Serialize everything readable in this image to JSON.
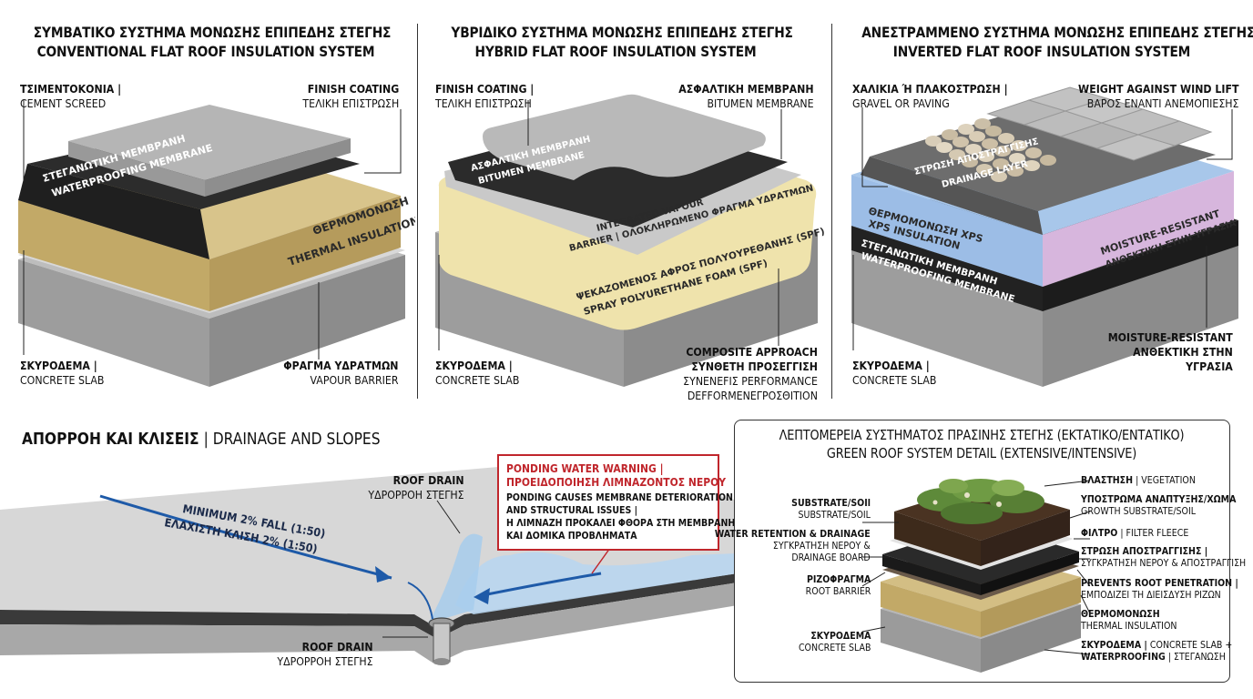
{
  "panels": [
    {
      "title_gr": "ΣΥΜΒΑΤΙΚΟ ΣΥΣΤΗΜΑ ΜΟΝΩΣΗΣ ΕΠΙΠΕΔΗΣ ΣΤΕΓΗΣ",
      "title_en": "CONVENTIONAL FLAT ROOF INSULATION SYSTEM",
      "labels": {
        "top_left": {
          "l1": "ΤΣΙΜΕΝΤΟΚΟΝΙΑ |",
          "l2": "CEMENT SCREED"
        },
        "top_right": {
          "l1": "FINISH COATING",
          "l2": "ΤΕΛΙΚΗ ΕΠΙΣΤΡΩΣΗ"
        },
        "bottom_left": {
          "l1": "ΣΚΥΡΟΔΕΜΑ |",
          "l2": "CONCRETE SLAB"
        },
        "bottom_right": {
          "l1": "ΦΡΑΓΜΑ ΥΔΡΑΤΜΩΝ",
          "l2": "VAPOUR BARRIER"
        }
      },
      "layer_texts": {
        "membrane_1": "ΣΤΕΓΑΝΩΤΙΚΗ ΜΕΜΒΡΑΝΗ",
        "membrane_2": "WATERPROOFING MEMBRANE",
        "insulation_1": "ΘΕΡΜΟΜΟΝΩΣΗ",
        "insulation_2": "THERMAL INSULATION"
      }
    },
    {
      "title_gr": "ΥΒΡΙΔΙΚΟ ΣΥΣΤΗΜΑ ΜΟΝΩΣΗΣ ΕΠΙΠΕΔΗΣ ΣΤΕΓΗΣ",
      "title_en": "HYBRID FLAT ROOF INSULATION SYSTEM",
      "labels": {
        "top_left": {
          "l1": "FINISH COATING |",
          "l2": "ΤΕΛΙΚΗ ΕΠΙΣΤΡΩΣΗ"
        },
        "top_right": {
          "l1": "ΑΣΦΑΛΤΙΚΗ ΜΕΜΒΡΑΝΗ",
          "l2": "BITUMEN MEMBRANE"
        },
        "bottom_left": {
          "l1": "ΣΚΥΡΟΔΕΜΑ |",
          "l2": "CONCRETE SLAB"
        },
        "bottom_right": {
          "l1": "COMPOSITE APPROACH",
          "l2": "ΣΥΝΘΕΤΗ ΠΡΟΣΕΓΓΙΣΗ",
          "l3": "ΣΥΝΕΝΕFΙΣ PERFORMANCE",
          "l4": "DEFFORMENEΓPΟΣΘΙΤΙΟΝ"
        }
      },
      "layer_texts": {
        "membrane_1": "ΑΣΦΑΛΤΙΚΗ ΜΕΜΒΡΑΝΗ",
        "membrane_2": "BITUMEN MEMBRANE",
        "vapour_1": "INTEGRATED VAPOUR",
        "vapour_2": "BARRIER | ΟΛΟΚΛΗΡΩΜΕΝΟ ΦΡΑΓΜΑ ΥΔΡΑΤΜΩΝ",
        "foam_1": "ΨΕΚΑΖΟΜΕΝΟΣ ΑΦΡΟΣ ΠΟΛΥΟΥΡΕΘΑΝΗΣ (SPF)",
        "foam_2": "SPRAY POLYURETHANE FOAM (SPF)"
      }
    },
    {
      "title_gr": "ΑΝΕΣΤΡΑΜΜΕΝΟ ΣΥΣΤΗΜΑ ΜΟΝΩΣΗΣ ΕΠΙΠΕΔΗΣ ΣΤΕΓΗΣ",
      "title_en": "INVERTED FLAT ROOF INSULATION SYSTEM",
      "labels": {
        "top_left": {
          "l1": "ΧΑΛΙΚΙΑ Ή ΠΛΑΚΟΣΤΡΩΣΗ |",
          "l2": "GRAVEL OR PAVING"
        },
        "top_right": {
          "l1": "WEIGHT AGAINST WIND LIFT",
          "l2": "ΒΑΡΟΣ ΕΝΑΝΤΙ ΑΝΕΜΟΠΙΕΣΗΣ"
        },
        "bottom_left": {
          "l1": "ΣΚΥΡΟΔΕΜΑ |",
          "l2": "CONCRETE SLAB"
        },
        "bottom_right": {
          "l1": "MOISTURE-RESISTANT",
          "l2": "ΑΝΘΕΚΤΙΚΗ ΣΤΗΝ",
          "l3": "ΥΓΡΑΣΙΑ"
        }
      },
      "layer_texts": {
        "drain_1": "ΣΤΡΩΣΗ ΑΠΟΣΤΡΑΓΓΙΣΗΣ",
        "drain_2": "DRAINAGE LAYER",
        "xps_1": "ΘΕΡΜΟΜΟΝΩΣΗ XPS",
        "xps_2": "XPS INSULATION",
        "mem_1": "ΣΤΕΓΑΝΩΤΙΚΗ ΜΕΜΒΡΑΝΗ",
        "mem_2": "WATERPROOFING MEMBRANE",
        "moist_1": "MOISTURE-RESISTANT",
        "moist_2": "ΑΝΘΕΚΤΙΚΗ ΣΤΗΝ ΥΓΡΑΣΙΑ"
      }
    }
  ],
  "drainage": {
    "title_gr": "ΑΠΟΡΡΟΗ ΚΑΙ ΚΛΙΣΕΙΣ",
    "title_en": "| DRAINAGE AND SLOPES",
    "slope_1": "MINIMUM 2% FALL (1:50)",
    "slope_2": "ΕΛΑΧΙΣΤΗ ΚΛΙΣΗ 2% (1:50)",
    "drain_top_1": "ROOF DRAIN",
    "drain_top_2": "ΥΔΡΟΡΡΟΗ ΣΤΕΓΗΣ",
    "drain_bottom_1": "ROOF DRAIN",
    "drain_bottom_2": "ΥΔΡΟΡΡΟΗ ΣΤΕΓΗΣ",
    "warning": {
      "title_1": "PONDING WATER WARNING |",
      "title_2": "ΠΡΟΕΙΔΟΠΟΙΗΣΗ ΛΙΜΝΑΖΟΝΤΟΣ ΝΕΡΟΥ",
      "body_1": "PONDING CAUSES MEMBRANE DETERIORATION",
      "body_2": "AND STRUCTURAL ISSUES |",
      "body_3": "Η ΛΙΜΝΑΖΗ ΠΡΟΚΑΛΕΙ ΦΘΟΡΑ ΣΤΗ ΜΕΜΒΡΑΝΗ",
      "body_4": "ΚΑΙ ΔΟΜΙΚΑ ΠΡΟΒΛΗΜΑΤΑ"
    }
  },
  "green_roof": {
    "title_gr": "ΛΕΠΤΟΜΕΡΕΙΑ ΣΥΣΤΗΜΑΤΟΣ ΠΡΑΣΙΝΗΣ ΣΤΕΓΗΣ (ΕΚΤΑΤΙΚΟ/ΕΝΤΑΤΙΚΟ)",
    "title_en": "GREEN ROOF SYSTEM DETAIL (EXTENSIVE/INTENSIVE)",
    "left": [
      {
        "l1": "SUBSTRATE/SOIl",
        "l2": "SUBSTRATE/SOIL"
      },
      {
        "l1": "WATER RETENTION & DRAINAGE",
        "l2": "ΣΥΓΚΡΑΤΗΣΗ ΝΕΡΟΥ &",
        "l3": "DRAINAGE BOARD"
      },
      {
        "l1": "ΡΙΖΟΦΡΑΓΜΑ",
        "l2": "ROOT BARRIER"
      },
      {
        "l1": "ΣΚΥΡΟΔΕΜΑ",
        "l2": "CONCRETE SLAB"
      }
    ],
    "right": [
      {
        "l1": "ΒΛΑΣΤΗΣΗ",
        "l2": "| VEGETATION"
      },
      {
        "l1": "ΥΠΟΣΤΡΩΜΑ ΑΝΑΠΤΥΞΗΣ/ΧΩΜΑ",
        "l2": "GROWTH SUBSTRATE/SOIL"
      },
      {
        "l1": "ΦΙΛΤΡΟ",
        "l2": "| FILTER FLEECE"
      },
      {
        "l1": "ΣΤΡΩΣΗ ΑΠΟΣΤΡΑΓΓΙΣΗΣ |",
        "l2": "ΣΥΓΚΡΑΤΗΣΗ ΝΕΡΟΥ & ΑΠΟΣΤΡΑΓΓΙΣΗ"
      },
      {
        "l1": "PREVENTS ROOT PENETRATION |",
        "l2": "ΕΜΠΟΔΙΖΕΙ ΤΗ ΔΙΕΙΣΔΥΣΗ ΡΙΖΩΝ"
      },
      {
        "l1": "ΘΕΡΜΟΜΟΝΩΣΗ",
        "l2": "THERMAL INSULATION"
      },
      {
        "l1": "ΣΚΥΡΟΔΕΜΑ |",
        "l2": "CONCRETE SLAB +",
        "l3": "WATERPROOFING",
        "l4": "| ΣΤΕΓΑΝΩΣΗ"
      }
    ]
  },
  "colors": {
    "concrete": "#a9a9a9",
    "screed": "#b8b8b8",
    "membrane": "#2b2b2b",
    "insulation": "#c9b37a",
    "foam": "#efe4ae",
    "xps": "#9ec0e6",
    "accent_blue": "#1e5aa8",
    "warning_red": "#c0262c"
  }
}
